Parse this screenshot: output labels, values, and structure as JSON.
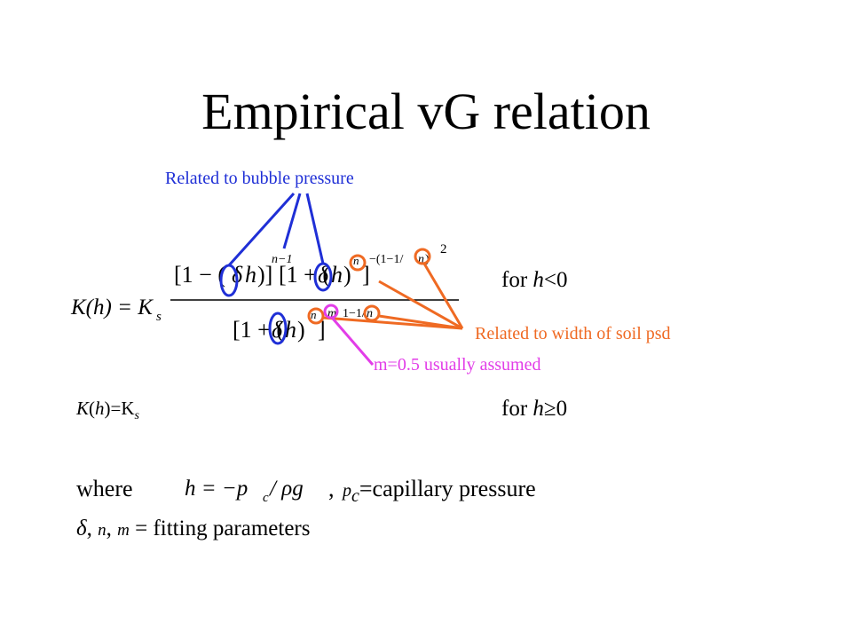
{
  "slide": {
    "title": "Empirical vG relation",
    "annotations": {
      "bubble_pressure": "Related to bubble pressure",
      "width_psd": "Related to width of soil psd",
      "m_assumed": "m=0.5 usually assumed"
    },
    "equation": {
      "lhs": "K(h) = K",
      "lhs_sub": "s",
      "num_open_1": "[1 − (",
      "delta": "δ",
      "h": "h",
      "pow_nm1": "n−1",
      "num_open_2": "[1 + (",
      "pow_n": "n",
      "pow_outer": "−(1−1/",
      "pow_outer_n": "n",
      "pow_outer_close": ")",
      "pow_two": "2",
      "den_open": "[1 + (",
      "den_pow_m": "m",
      "den_pow_rest": "1−1/",
      "den_pow_n": "n"
    },
    "condition_neg": {
      "prefix": "for ",
      "var": "h",
      "rel": "<0"
    },
    "condition_pos": {
      "prefix": "for ",
      "var": "h",
      "rel": "≥0"
    },
    "saturated": {
      "k": "K",
      "h": "h",
      "eq": ")=K",
      "sub": "s"
    },
    "where": {
      "word": "where",
      "h_def": "h = −p",
      "h_def_sub": "c",
      "h_def_rest": " / ρg",
      "comma": ",",
      "pc": "p",
      "pc_sub": "c",
      "pc_text": "=capillary pressure"
    },
    "params": {
      "delta": "δ",
      "n": "n",
      "m": "m",
      "text": " = fitting parameters"
    },
    "colors": {
      "blue": "#1f2fd6",
      "orange": "#ef6a23",
      "pink": "#e23de8",
      "text": "#000000"
    }
  }
}
